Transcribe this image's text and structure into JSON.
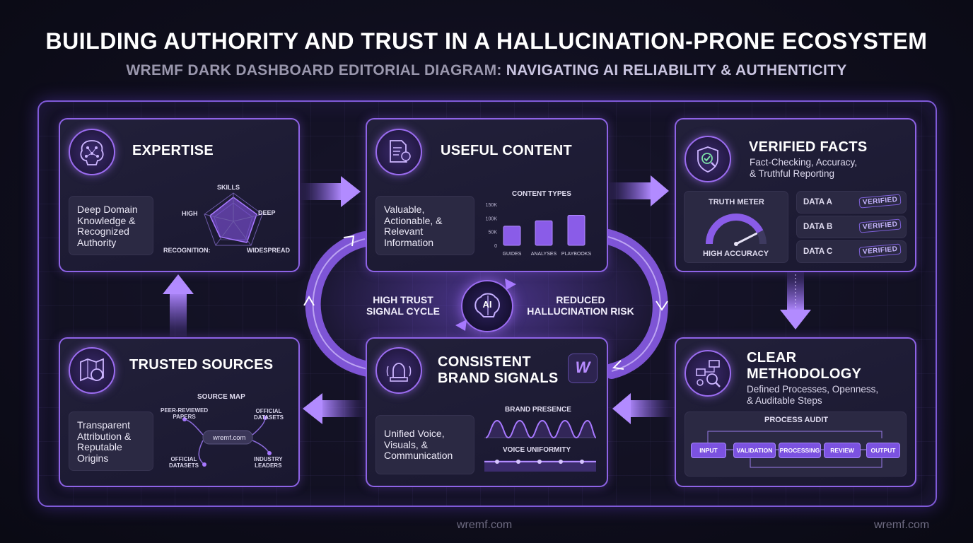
{
  "title": "BUILDING AUTHORITY AND TRUST IN A HALLUCINATION-PRONE ECOSYSTEM",
  "subtitle_part1": "WREMF DARK DASHBOARD EDITORIAL DIAGRAM:",
  "subtitle_part2": "NAVIGATING AI RELIABILITY & AUTHENTICITY",
  "colors": {
    "accent": "#8e63e6",
    "accent_bright": "#a778ff",
    "background": "#0f0e1d",
    "panel": "#22203a"
  },
  "center": {
    "left_label": "HIGH TRUST\nSIGNAL CYCLE",
    "right_label": "REDUCED\nHALLUCINATION RISK",
    "ai_text": "AI",
    "icon": "ai-brain-icon"
  },
  "expertise": {
    "title": "EXPERTISE",
    "icon": "brain-network-icon",
    "description": "Deep Domain\nKnowledge &\nRecognized\nAuthority",
    "radar_labels": {
      "top": "SKILLS",
      "left": "HIGH",
      "right": "DEEP",
      "bottom_left": "RECOGNITION:",
      "bottom_right": "WIDESPREAD"
    }
  },
  "useful_content": {
    "title": "USEFUL CONTENT",
    "icon": "document-bulb-icon",
    "description": "Valuable,\nActionable, &\nRelevant\nInformation",
    "chart_title": "CONTENT TYPES",
    "y_ticks": [
      "150K",
      "100K",
      "50K",
      "0"
    ],
    "categories": [
      "GUIDES",
      "ANALYSES",
      "PLAYBOOKS"
    ],
    "values": [
      70000,
      90000,
      110000
    ],
    "ymax": 150000
  },
  "verified_facts": {
    "title": "VERIFIED FACTS",
    "icon": "shield-check-icon",
    "subtitle": "Fact-Checking, Accuracy,\n& Truthful Reporting",
    "meter_title": "TRUTH METER",
    "meter_label": "HIGH ACCURACY",
    "meter_level": 0.85,
    "rows": [
      {
        "label": "DATA A",
        "badge": "VERIFIED"
      },
      {
        "label": "DATA B",
        "badge": "VERIFIED"
      },
      {
        "label": "DATA C",
        "badge": "VERIFIED"
      }
    ]
  },
  "trusted_sources": {
    "title": "TRUSTED SOURCES",
    "icon": "map-search-icon",
    "description": "Transparent\nAttribution &\nReputable\nOrigins",
    "map_title": "SOURCE MAP",
    "hub": "wremf.com",
    "nodes": {
      "top_left": "PEER-REVIEWED\nPAPERS",
      "top_right": "OFFICIAL\nDATASETS",
      "bottom_left": "OFFICIAL\nDATASETS",
      "bottom_right": "INDUSTRY\nLEADERS"
    }
  },
  "brand_signals": {
    "title": "CONSISTENT\nBRAND SIGNALS",
    "icon": "alarm-beacon-icon",
    "logo_letter": "W",
    "description": "Unified Voice,\nVisuals, &\nCommunication",
    "presence_label": "BRAND PRESENCE",
    "uniformity_label": "VOICE UNIFORMITY"
  },
  "methodology": {
    "title": "CLEAR\nMETHODOLOGY",
    "icon": "flowchart-gear-icon",
    "subtitle": "Defined Processes, Openness,\n& Auditable Steps",
    "audit_title": "PROCESS AUDIT",
    "steps": [
      "INPUT",
      "VALIDATION",
      "PROCESSING",
      "REVIEW",
      "OUTPUT"
    ]
  },
  "footer": {
    "center": "wremf.com",
    "right": "wremf.com"
  }
}
